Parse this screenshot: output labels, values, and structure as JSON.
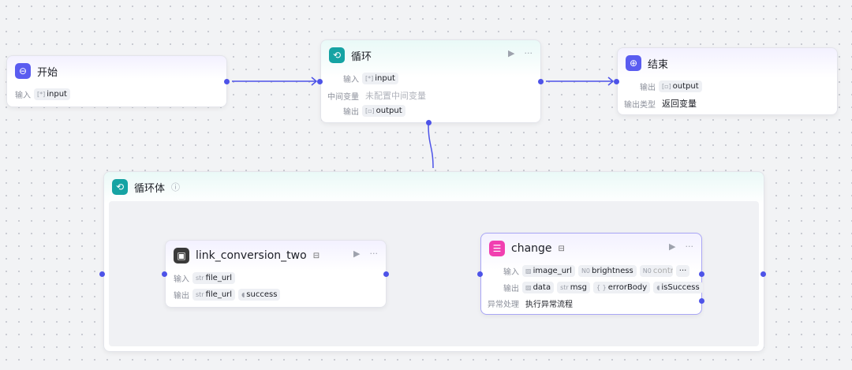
{
  "colors": {
    "edge": "#4d53e8",
    "start": "#5a5cf0",
    "loop": "#15a3a3",
    "end": "#5a5cf0",
    "change": "#f13fb0"
  },
  "start": {
    "title": "开始",
    "icon": "start-icon",
    "input_label": "输入",
    "input": "input"
  },
  "loop": {
    "title": "循环",
    "icon": "loop-icon",
    "input_label": "输入",
    "input": "input",
    "mid_label": "中间变量",
    "mid_value": "未配置中间变量",
    "output_label": "输出",
    "output": "output"
  },
  "end": {
    "title": "结束",
    "icon": "end-icon",
    "output_label": "输出",
    "output": "output",
    "type_label": "输出类型",
    "type_value": "返回变量"
  },
  "loop_body": {
    "title": "循环体",
    "icon": "loop-icon"
  },
  "link": {
    "title": "link_conversion_two",
    "input_label": "输入",
    "inputs": [
      {
        "type": "str",
        "name": "file_url"
      }
    ],
    "output_label": "输出",
    "outputs": [
      {
        "type": "str",
        "name": "file_url"
      },
      {
        "type": "bool",
        "name": "success"
      }
    ]
  },
  "change": {
    "title": "change",
    "icon": "sliders-icon",
    "input_label": "输入",
    "inputs": [
      {
        "type": "img",
        "name": "image_url"
      },
      {
        "type": "N0",
        "name": "brightness"
      },
      {
        "type": "N0",
        "name": "contra"
      }
    ],
    "output_label": "输出",
    "outputs": [
      {
        "type": "img",
        "name": "data"
      },
      {
        "type": "str",
        "name": "msg"
      },
      {
        "type": "{ }",
        "name": "errorBody"
      },
      {
        "type": "bool",
        "name": "isSuccess"
      }
    ],
    "error_label": "异常处理",
    "error_value": "执行异常流程"
  }
}
